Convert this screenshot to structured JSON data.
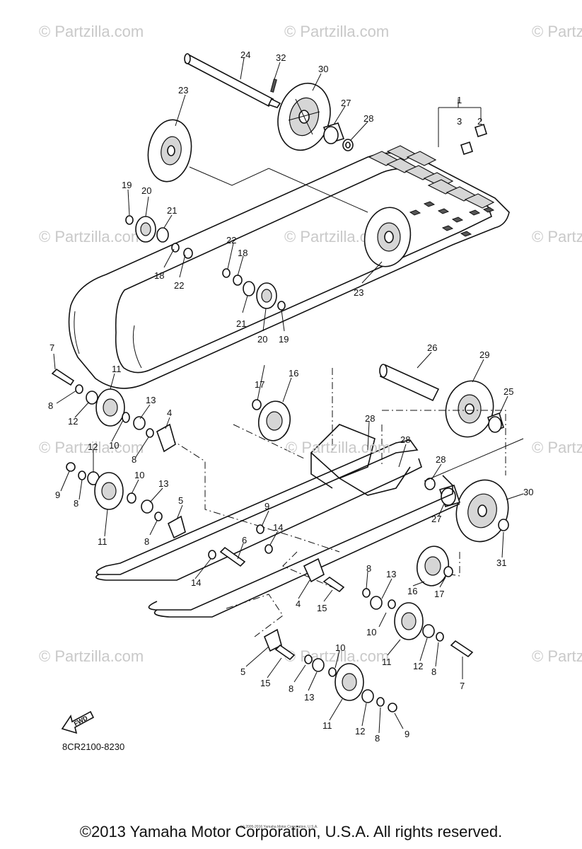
{
  "watermark": {
    "text": "© Partzilla.com",
    "center_text": "© Partzilla.com"
  },
  "diagram_code": "8CR2100-8230",
  "fwd_label": "FWD",
  "credit_line": "(c) 2005-2016 Yamaha Motor Corporation, U.S.A.",
  "copyright": "©2013 Yamaha Motor Corporation, U.S.A. All rights reserved.",
  "callouts": {
    "c1": "1",
    "c2": "2",
    "c3": "3",
    "c4a": "4",
    "c4b": "4",
    "c5a": "5",
    "c5b": "5",
    "c6": "6",
    "c7a": "7",
    "c7b": "7",
    "c8a": "8",
    "c8b": "8",
    "c8c": "8",
    "c8d": "8",
    "c8e": "8",
    "c8f": "8",
    "c8g": "8",
    "c8h": "8",
    "c9a": "9",
    "c9b": "9",
    "c9c": "9",
    "c10a": "10",
    "c10b": "10",
    "c10c": "10",
    "c10d": "10",
    "c11a": "11",
    "c11b": "11",
    "c11c": "11",
    "c11d": "11",
    "c12a": "12",
    "c12b": "12",
    "c12c": "12",
    "c12d": "12",
    "c13a": "13",
    "c13b": "13",
    "c13c": "13",
    "c13d": "13",
    "c14a": "14",
    "c14b": "14",
    "c15a": "15",
    "c15b": "15",
    "c16a": "16",
    "c16b": "16",
    "c17a": "17",
    "c17b": "17",
    "c18a": "18",
    "c18b": "18",
    "c19a": "19",
    "c19b": "19",
    "c20a": "20",
    "c20b": "20",
    "c21a": "21",
    "c21b": "21",
    "c22a": "22",
    "c22b": "22",
    "c23a": "23",
    "c23b": "23",
    "c24": "24",
    "c25": "25",
    "c26": "26",
    "c27a": "27",
    "c27b": "27",
    "c28a": "28",
    "c28b": "28",
    "c28c": "28",
    "c28d": "28",
    "c29": "29",
    "c30a": "30",
    "c30b": "30",
    "c31": "31",
    "c32": "32"
  }
}
